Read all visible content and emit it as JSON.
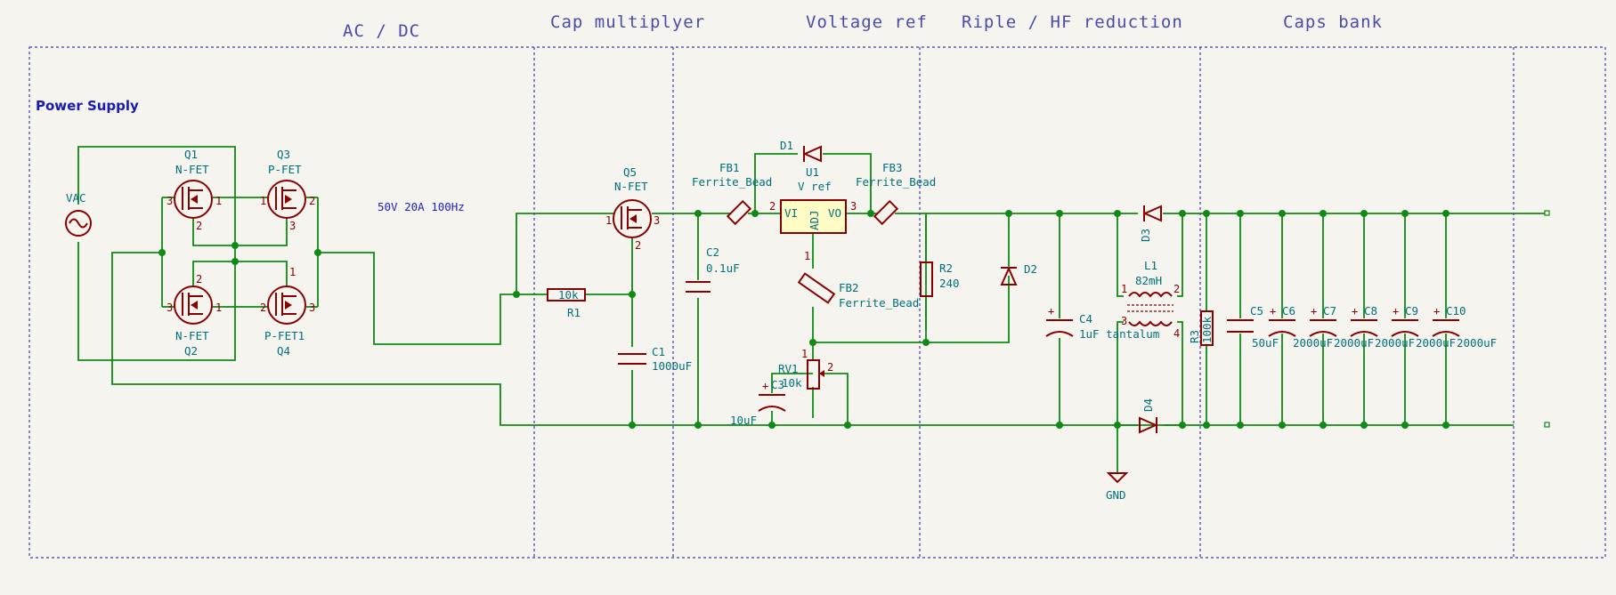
{
  "schematic": {
    "title": "Power Supply",
    "note": "50V 20A 100Hz",
    "sections": [
      "AC / DC",
      "Cap multiplyer",
      "Voltage ref",
      "Riple / HF reduction",
      "Caps bank"
    ]
  },
  "components": {
    "vac": {
      "ref": "VAC"
    },
    "q1": {
      "ref": "Q1",
      "value": "N-FET",
      "pins": [
        "3",
        "1",
        "2"
      ]
    },
    "q3": {
      "ref": "Q3",
      "value": "P-FET",
      "pins": [
        "1",
        "2",
        "3"
      ]
    },
    "q2": {
      "ref": "Q2",
      "value": "N-FET",
      "pins": [
        "3",
        "1",
        "2"
      ]
    },
    "q4": {
      "ref": "Q4",
      "value": "P-FET1",
      "pins": [
        "2",
        "3",
        "1"
      ]
    },
    "q5": {
      "ref": "Q5",
      "value": "N-FET",
      "pins": [
        "1",
        "3",
        "2"
      ]
    },
    "r1": {
      "ref": "R1",
      "value": "10k"
    },
    "c1": {
      "ref": "C1",
      "value": "1000uF"
    },
    "c2": {
      "ref": "C2",
      "value": "0.1uF"
    },
    "fb1": {
      "ref": "FB1",
      "value": "Ferrite_Bead"
    },
    "fb2": {
      "ref": "FB2",
      "value": "Ferrite_Bead"
    },
    "fb3": {
      "ref": "FB3",
      "value": "Ferrite_Bead"
    },
    "d1": {
      "ref": "D1"
    },
    "u1": {
      "ref": "U1",
      "value": "V ref",
      "pin_vi": "VI",
      "pin_vo": "VO",
      "pin_adj": "ADJ",
      "pin_nums": [
        "2",
        "3",
        "1"
      ]
    },
    "rv1": {
      "ref": "RV1",
      "value": "10k",
      "pins": [
        "1",
        "2"
      ]
    },
    "c3": {
      "ref": "C3",
      "value": "10uF"
    },
    "r2": {
      "ref": "R2",
      "value": "240"
    },
    "d2": {
      "ref": "D2"
    },
    "c4": {
      "ref": "C4",
      "value": "1uF tantalum"
    },
    "l1": {
      "ref": "L1",
      "value": "82mH",
      "pins": [
        "1",
        "2",
        "3",
        "4"
      ]
    },
    "d3": {
      "ref": "D3"
    },
    "d4": {
      "ref": "D4"
    },
    "r3": {
      "ref": "R3",
      "value": "100k"
    },
    "gnd": {
      "ref": "GND"
    },
    "caps": [
      {
        "ref": "C5",
        "value": "50uF"
      },
      {
        "ref": "C6",
        "value": "2000uF"
      },
      {
        "ref": "C7",
        "value": "2000uF"
      },
      {
        "ref": "C8",
        "value": "2000uF"
      },
      {
        "ref": "C9",
        "value": "2000uF"
      },
      {
        "ref": "C10",
        "value": "2000uF"
      }
    ]
  },
  "colors": {
    "wire": "#0f8a16",
    "component": "#8a0000",
    "label": "#00707a",
    "frame": "#3b3bbb",
    "background": "#f5f4ef"
  }
}
